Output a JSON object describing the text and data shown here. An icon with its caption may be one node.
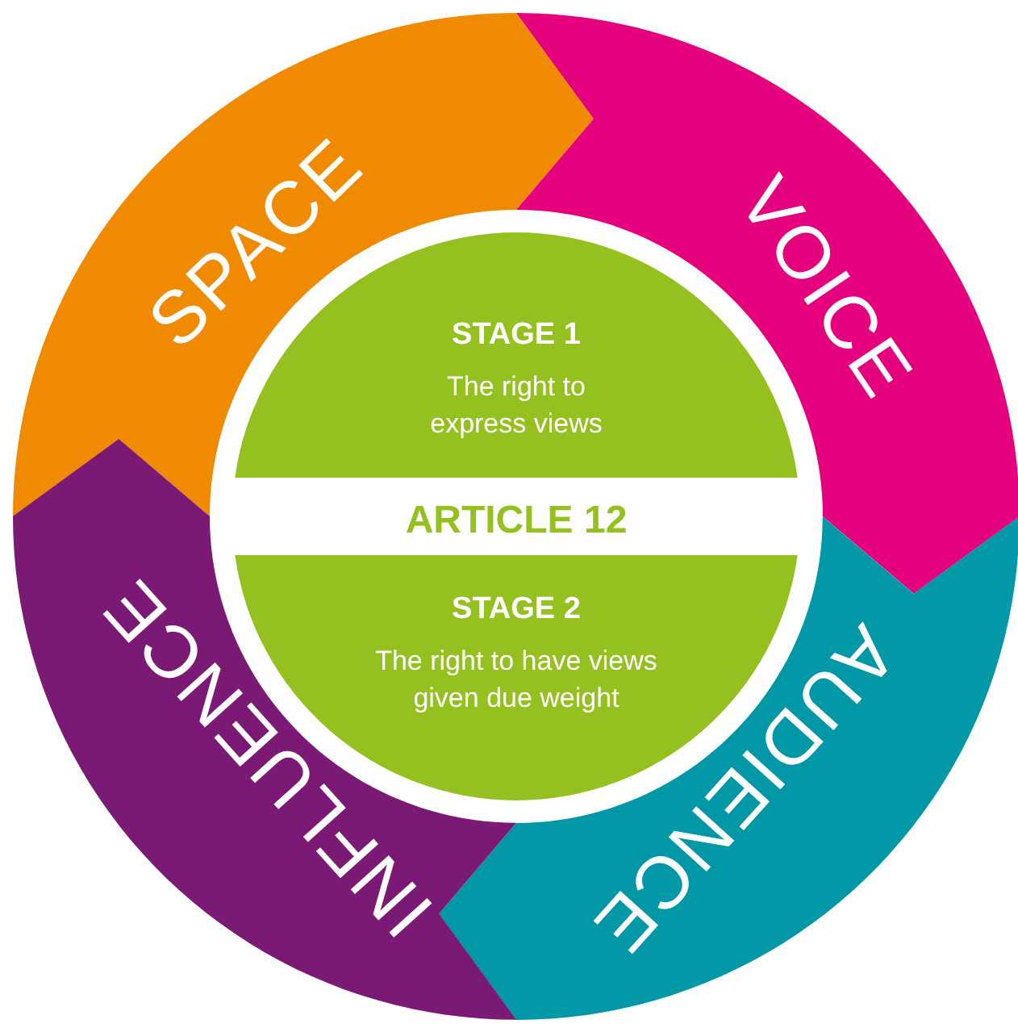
{
  "diagram": {
    "nodes": [
      {
        "text": [
          "SPACE"
        ]
      },
      {
        "text": [
          "VOICE"
        ]
      },
      {
        "text": [
          "AUDIENCE"
        ]
      },
      {
        "text": [
          "INFLUENCE"
        ]
      },
      {
        "text": [
          "STAGE 1",
          "The right to express views"
        ]
      },
      {
        "text": [
          "STAGE 2",
          "The right to have views given due weight"
        ]
      }
    ],
    "labels": [
      "ARTICLE 12"
    ]
  }
}
